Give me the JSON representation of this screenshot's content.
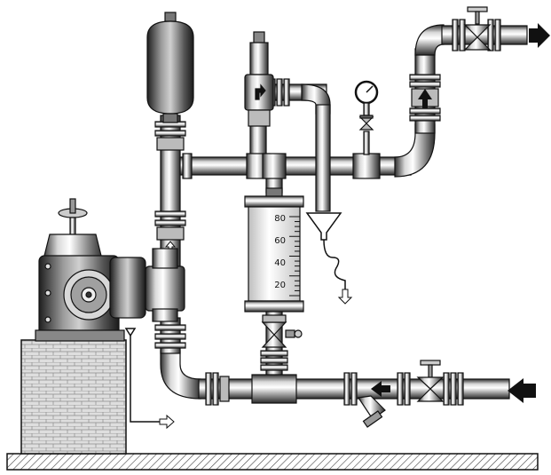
{
  "graduated_cylinder": {
    "scale_labels": [
      "80",
      "60",
      "40",
      "20"
    ]
  },
  "colors": {
    "steel_light": "#e8e8e8",
    "steel_mid": "#a9a9a9",
    "steel_dark": "#3c3c3c",
    "outline": "#111111",
    "brick_face": "#d9d9d9",
    "floor_hatch": "#555555"
  },
  "icons": [
    "pressure-gauge-icon",
    "flow-arrow-icon",
    "pulsation-dampener-icon",
    "relief-valve-icon",
    "gate-valve-icon",
    "y-strainer-icon",
    "funnel-icon",
    "metering-pump-icon"
  ]
}
